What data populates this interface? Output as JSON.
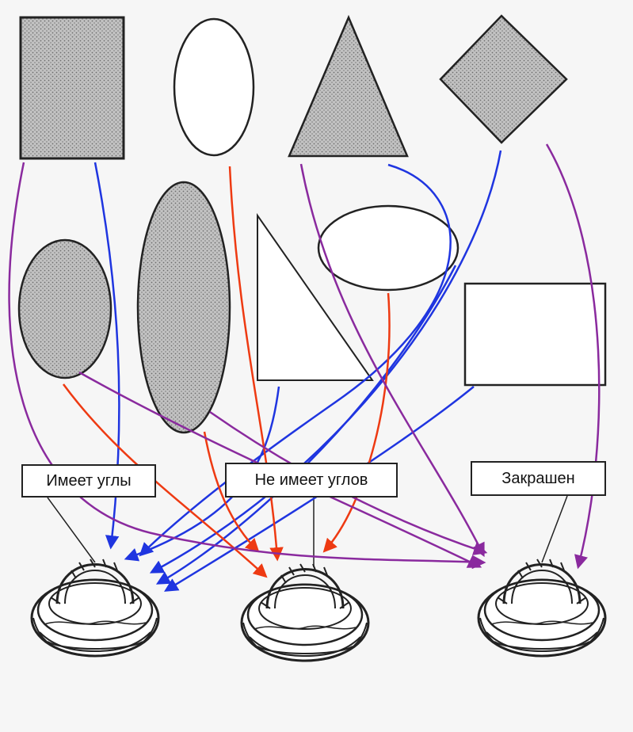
{
  "labels": {
    "has_corners": "Имеет углы",
    "no_corners": "Не имеет углов",
    "filled": "Закрашен"
  },
  "colors": {
    "blue_arrow": "#1f35e0",
    "red_arrow": "#ee3a12",
    "purple_arrow": "#8a2a9e",
    "shape_fill": "#b9b9b9",
    "outline": "#222222"
  },
  "icons": [
    "basket-icon",
    "basket-icon",
    "basket-icon"
  ]
}
